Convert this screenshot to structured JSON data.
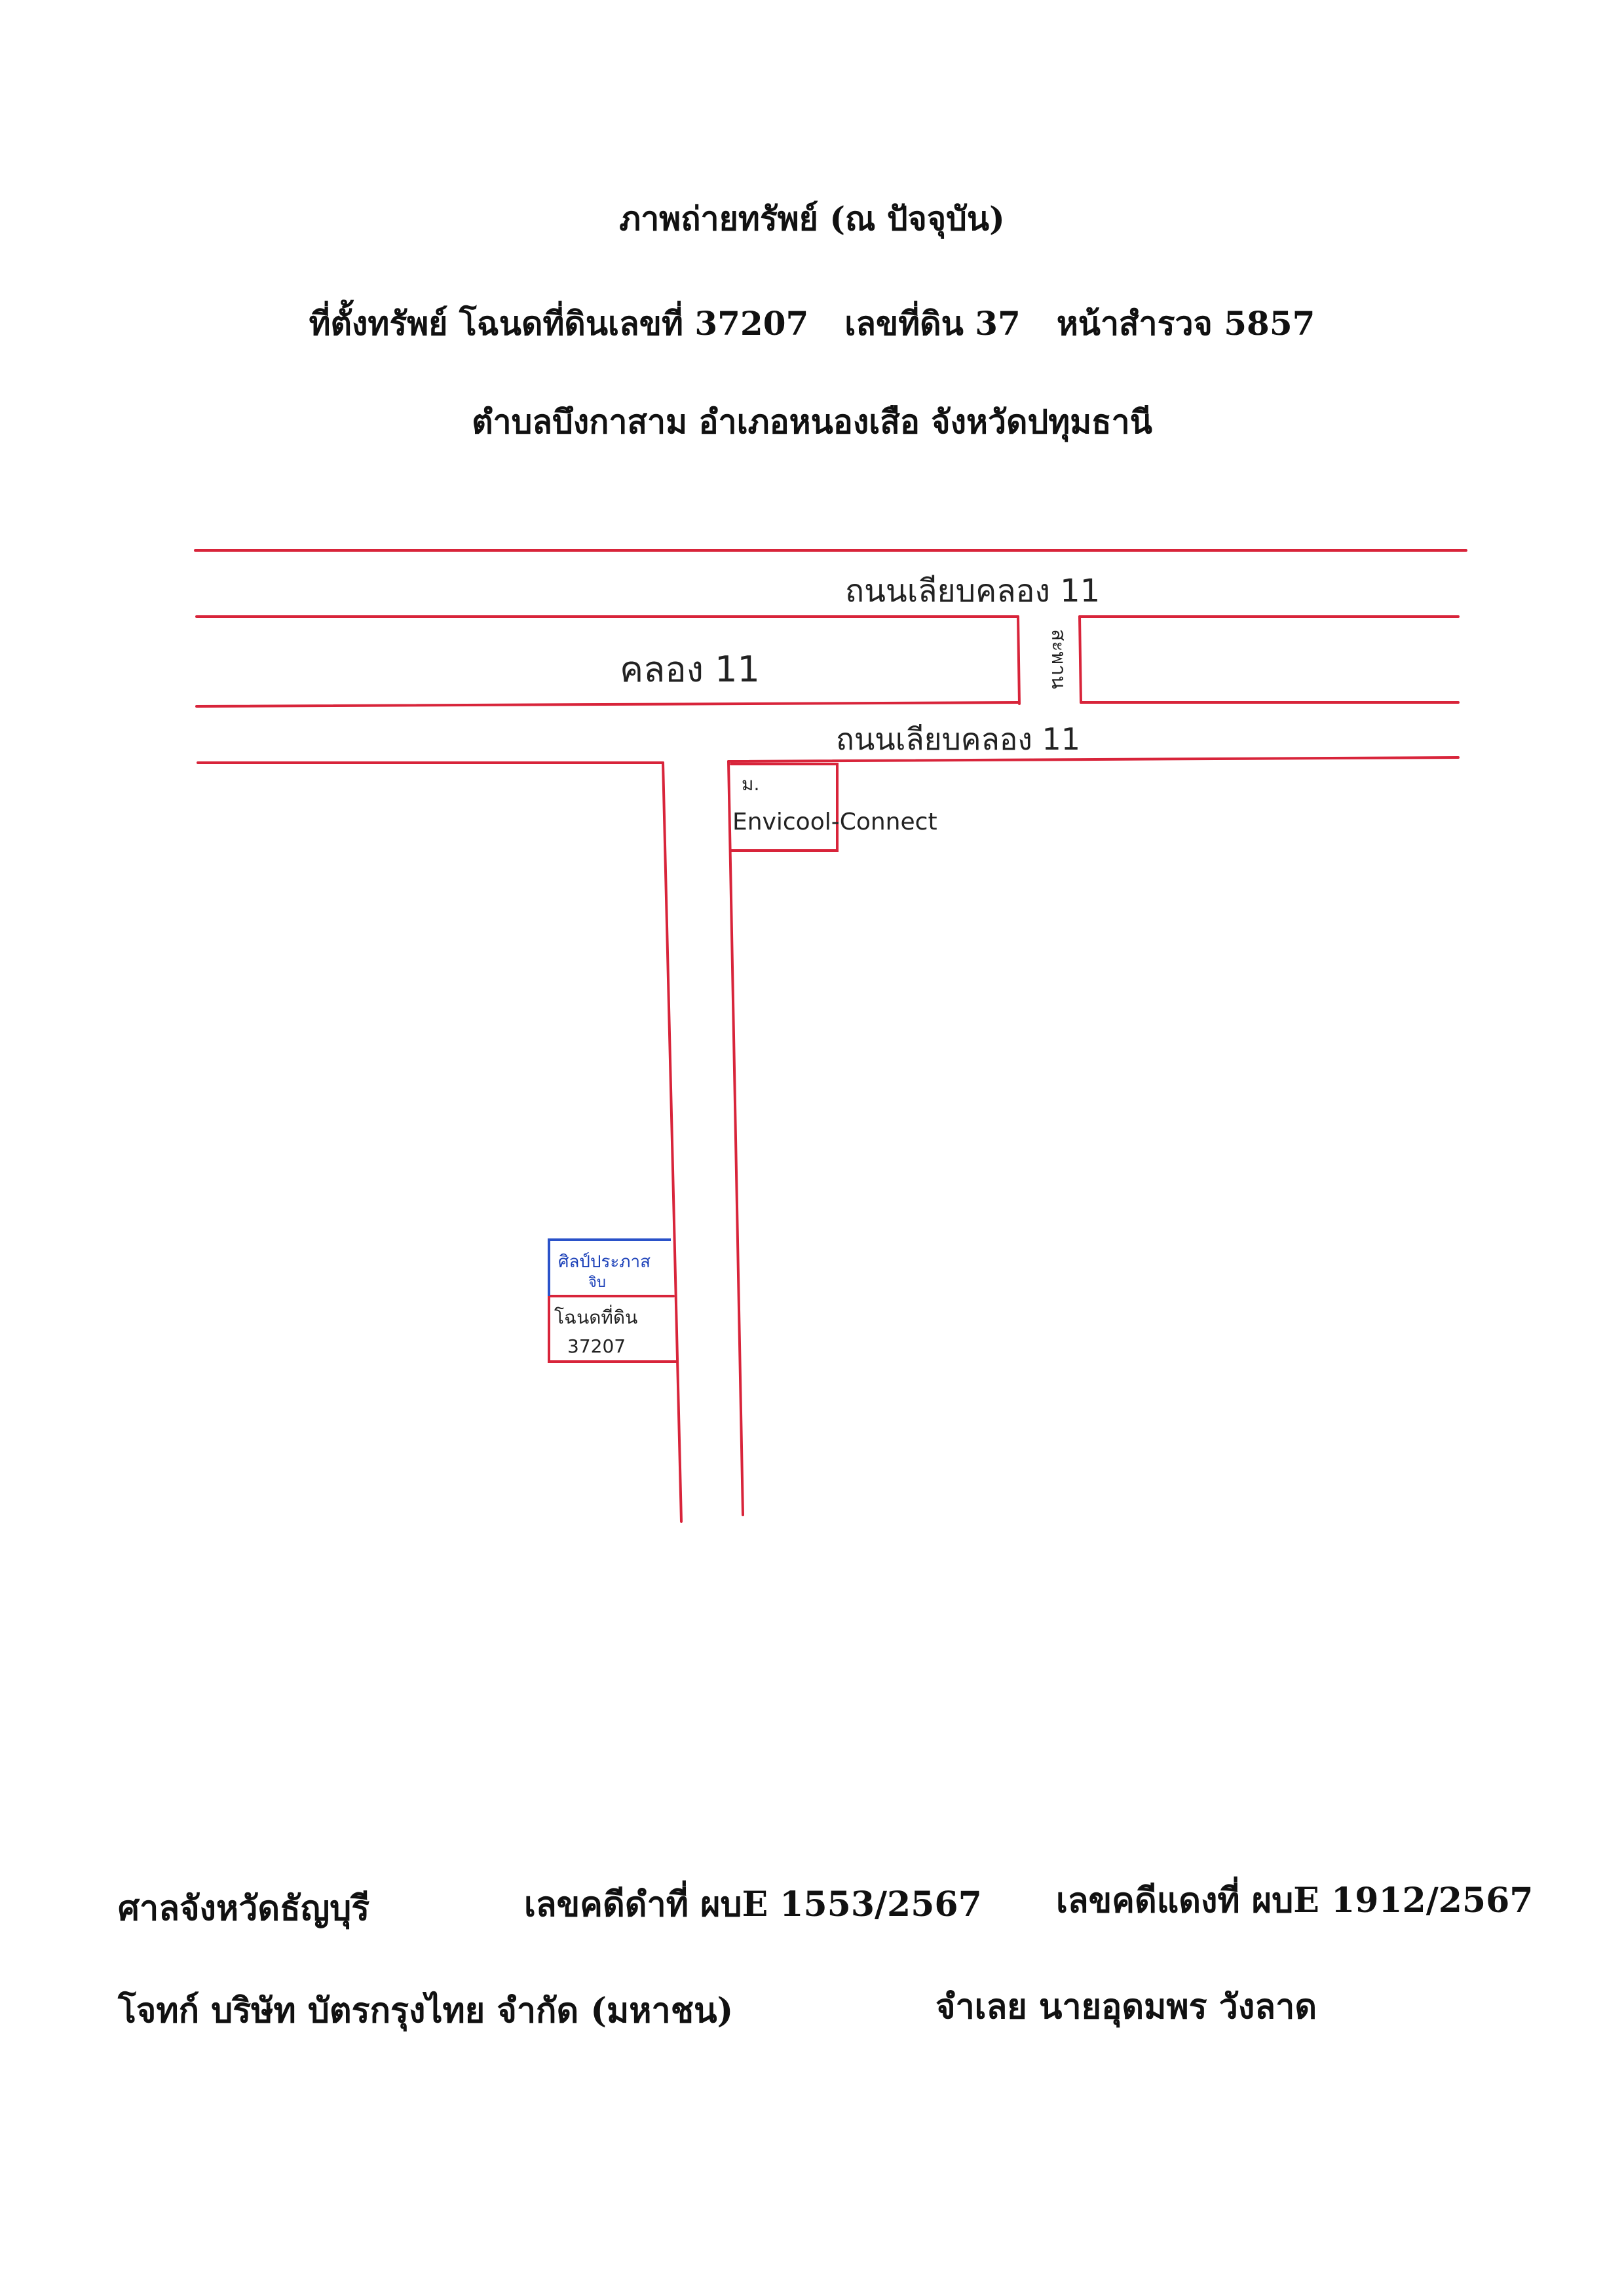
{
  "header": {
    "title": "ภาพถ่ายทรัพย์ (ณ ปัจจุบัน)",
    "location_prefix": "ที่ตั้งทรัพย์ โฉนดที่ดินเลขที่ 37207",
    "land_no": "เลขที่ดิน 37",
    "survey_page": "หน้าสำรวจ 5857",
    "district": "ตำบลบึงกาสาม อำเภอหนองเสือ จังหวัดปทุมธานี"
  },
  "map": {
    "road_top_label": "ถนนเลียบคลอง 11",
    "canal_label": "คลอง 11",
    "bridge_label": "สะพาน",
    "road_bottom_label": "ถนนเลียบคลอง 11",
    "village_label_1": "ม.",
    "village_label_2": "Envicool-Connect",
    "plot_neighbor_label_1": "ศิลป์ประภาส",
    "plot_neighbor_label_2": "จิบ",
    "plot_deed_label_1": "โฉนดที่ดิน",
    "plot_deed_label_2": "37207",
    "line_color": "#d8243a",
    "neighbor_box_color": "#2a52c9"
  },
  "footer": {
    "court": "ศาลจังหวัดธัญบุรี",
    "black_case": "เลขคดีดำที่ ผบE 1553/2567",
    "red_case": "เลขคดีแดงที่ ผบE 1912/2567",
    "plaintiff": "โจทก์ บริษัท บัตรกรุงไทย จำกัด (มหาชน)",
    "defendant": "จำเลย นายอุดมพร วังลาด"
  }
}
